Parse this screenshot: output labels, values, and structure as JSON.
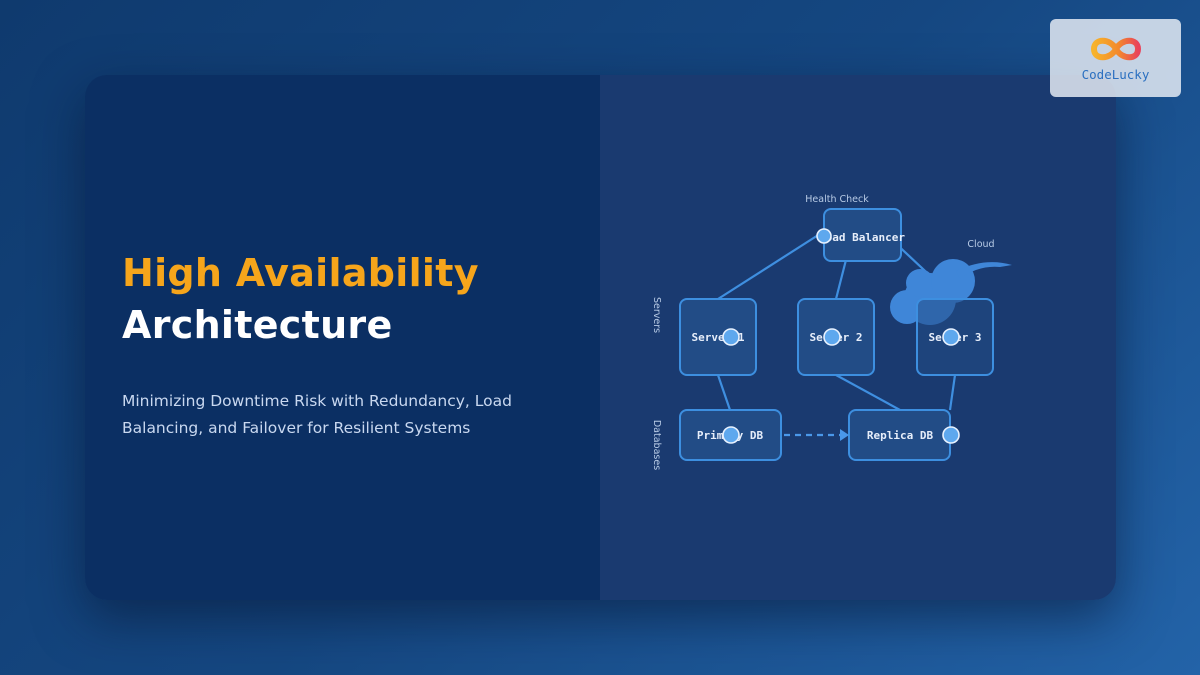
{
  "title": {
    "line1": "High Availability",
    "line2": "Architecture"
  },
  "subtitle": "Minimizing Downtime Risk with Redundancy, Load Balancing, and Failover for Resilient Systems",
  "logo": {
    "text": "CodeLucky",
    "icon": "infinity-icon"
  },
  "diagram": {
    "labels": {
      "health_check": "Health Check",
      "cloud": "Cloud",
      "servers": "Servers",
      "databases": "Databases"
    },
    "nodes": {
      "load_balancer": "Load Balancer",
      "server_1": "Server 1",
      "server_2": "Server 2",
      "server_3": "Server 3",
      "primary_db": "Primary DB",
      "replica_db": "Replica DB"
    }
  },
  "colors": {
    "accent": "#f6a51b",
    "node_stroke": "#3d8fe0",
    "background": "#0b2f63"
  }
}
